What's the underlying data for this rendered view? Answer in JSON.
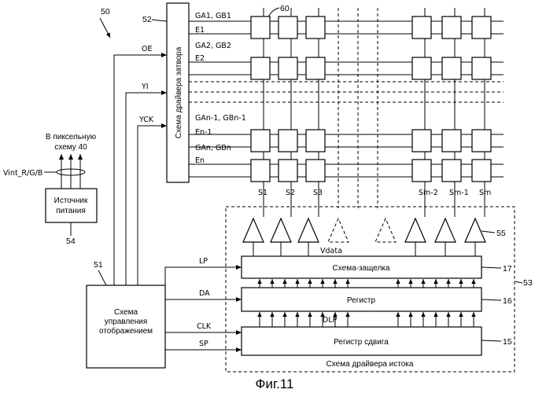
{
  "diagram": {
    "figure_number": "50",
    "caption": "Фиг.11",
    "gate_driver": {
      "label": "Схема драйвера затвора",
      "ref": "52"
    },
    "pixel_ref": "60",
    "gate_lines": [
      "GA1, GB1",
      "E1",
      "GA2, GB2",
      "E2",
      "GAn-1, GBn-1",
      "En-1",
      "GAn, GBn",
      "En"
    ],
    "control_signals": [
      "OE",
      "YI",
      "YCK"
    ],
    "pixel_note": "В пиксельную схему 40",
    "vint_label": "Vint_R/G/B",
    "power_supply": {
      "label": "Источник питания",
      "ref": "54"
    },
    "display_control": {
      "label": "Схема управления отображением",
      "ref": "51"
    },
    "source_signals": [
      "LP",
      "DA",
      "CLK",
      "SP"
    ],
    "source_lines": [
      "S1",
      "S2",
      "S3",
      "Sm-2",
      "Sm-1",
      "Sm"
    ],
    "buffer_ref": "55",
    "vdata_label": "Vdata",
    "dlp_label": "DLP",
    "latch": {
      "label": "Схема-защелка",
      "ref": "17"
    },
    "register": {
      "label": "Регистр",
      "ref": "16"
    },
    "shift_register": {
      "label": "Регистр сдвига",
      "ref": "15"
    },
    "source_driver": {
      "label": "Схема драйвера истока",
      "ref": "53"
    }
  }
}
